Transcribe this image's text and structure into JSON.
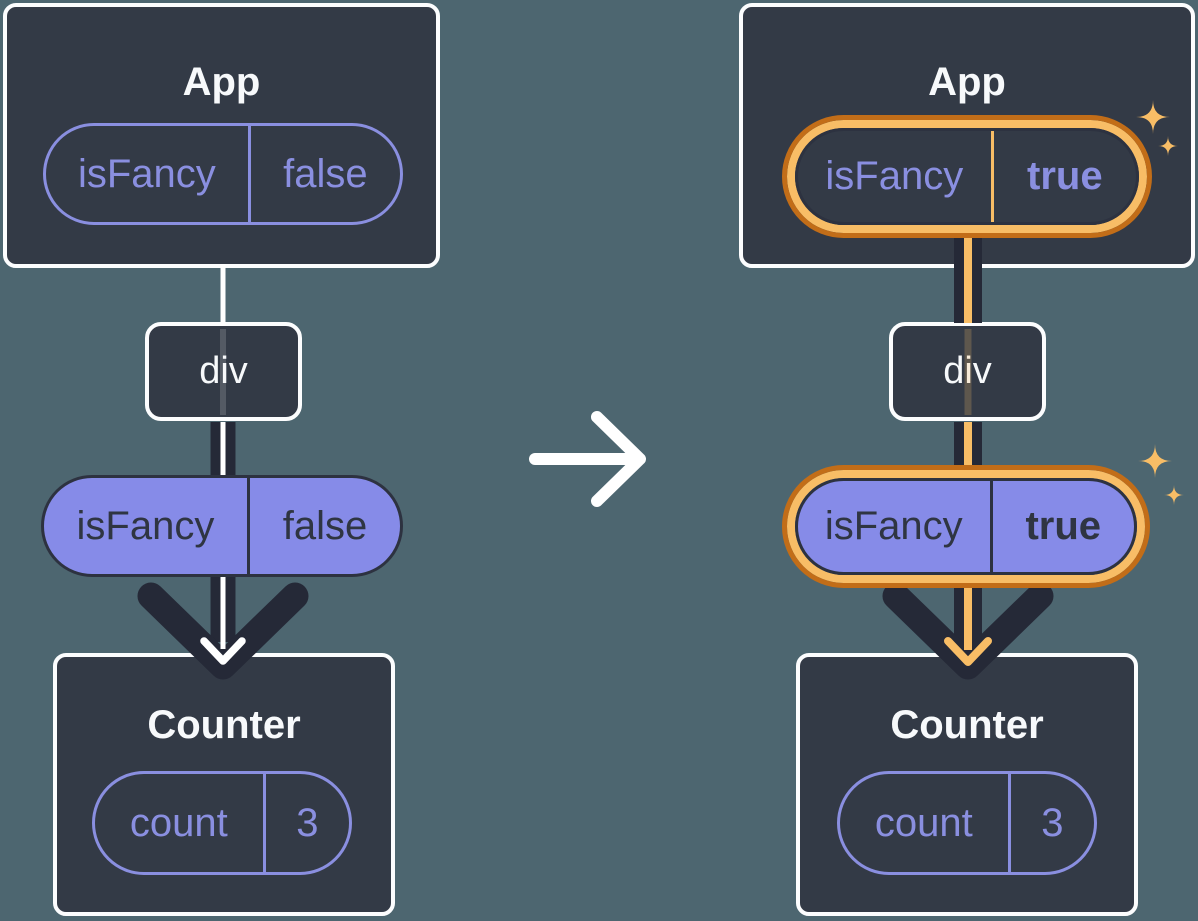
{
  "diagram": {
    "description": "Component tree passing isFancy state down from App through div to Counter, before and after the value changes"
  },
  "colors": {
    "background": "#4d6670",
    "card": "#333a46",
    "card_border": "#fcfdfe",
    "purple_accent": "#8a8fe0",
    "purple_pill_fill": "#868be8",
    "dark_text": "#2f3542",
    "highlight_orange_outer": "#c26d18",
    "highlight_orange_inner": "#f8bd66",
    "arrow_dark": "#252937",
    "arrow_white": "#ffffff"
  },
  "before": {
    "app": {
      "title": "App",
      "state_name": "isFancy",
      "state_value": "false"
    },
    "middle": {
      "title": "div"
    },
    "prop": {
      "name": "isFancy",
      "value": "false"
    },
    "counter": {
      "title": "Counter",
      "state_name": "count",
      "state_value": "3"
    }
  },
  "after": {
    "app": {
      "title": "App",
      "state_name": "isFancy",
      "state_value": "true"
    },
    "middle": {
      "title": "div"
    },
    "prop": {
      "name": "isFancy",
      "value": "true"
    },
    "counter": {
      "title": "Counter",
      "state_name": "count",
      "state_value": "3"
    }
  }
}
